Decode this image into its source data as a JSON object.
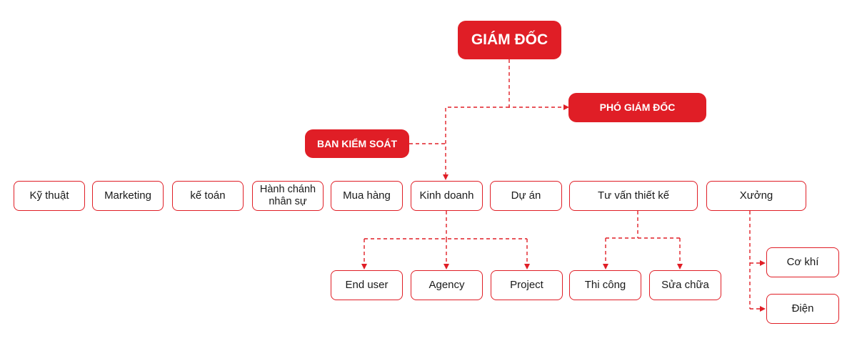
{
  "colors": {
    "accent": "#e01e26",
    "text": "#1a1a1a",
    "background": "#ffffff"
  },
  "org": {
    "director": "GIÁM ĐỐC",
    "deputy_director": "PHÓ GIÁM ĐỐC",
    "control_board": "BAN KIỂM SOÁT",
    "departments": [
      "Kỹ thuật",
      "Marketing",
      "kế toán",
      "Hành chánh\nnhân sự",
      "Mua hàng",
      "Kinh doanh",
      "Dự án",
      "Tư vấn thiết kế",
      "Xưởng"
    ],
    "sales_children": [
      "End user",
      "Agency",
      "Project"
    ],
    "design_children": [
      "Thi công",
      "Sửa chữa"
    ],
    "workshop_children": [
      "Cơ khí",
      "Điện"
    ]
  }
}
